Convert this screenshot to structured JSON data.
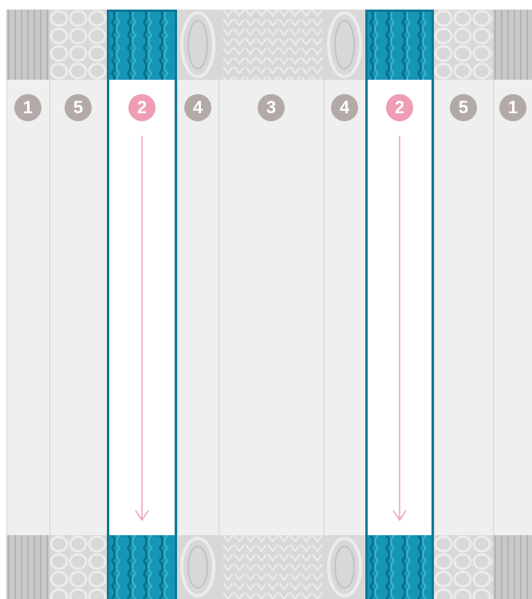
{
  "colors": {
    "highlight_border": "#0e7895",
    "highlight_texture": "#1596b6",
    "badge_default": "#b3aaa8",
    "badge_highlight": "#ee9db5",
    "arrow": "#ee9db5",
    "panel": "#efefef"
  },
  "columns": [
    {
      "number": "1",
      "highlighted": false,
      "texture": "ribbing-gray",
      "arrow": false
    },
    {
      "number": "5",
      "highlighted": false,
      "texture": "honeycomb-light",
      "arrow": false
    },
    {
      "number": "2",
      "highlighted": true,
      "texture": "cable-teal",
      "arrow": true
    },
    {
      "number": "4",
      "highlighted": false,
      "texture": "oval-cable-light",
      "arrow": false
    },
    {
      "number": "3",
      "highlighted": false,
      "texture": "braid-light",
      "arrow": false
    },
    {
      "number": "4",
      "highlighted": false,
      "texture": "oval-cable-light",
      "arrow": false
    },
    {
      "number": "2",
      "highlighted": true,
      "texture": "cable-teal",
      "arrow": true
    },
    {
      "number": "5",
      "highlighted": false,
      "texture": "honeycomb-light",
      "arrow": false
    },
    {
      "number": "1",
      "highlighted": false,
      "texture": "ribbing-gray",
      "arrow": false
    }
  ],
  "icons": {
    "arrow": "down-arrow-icon",
    "texture": "knit-texture-icon"
  }
}
